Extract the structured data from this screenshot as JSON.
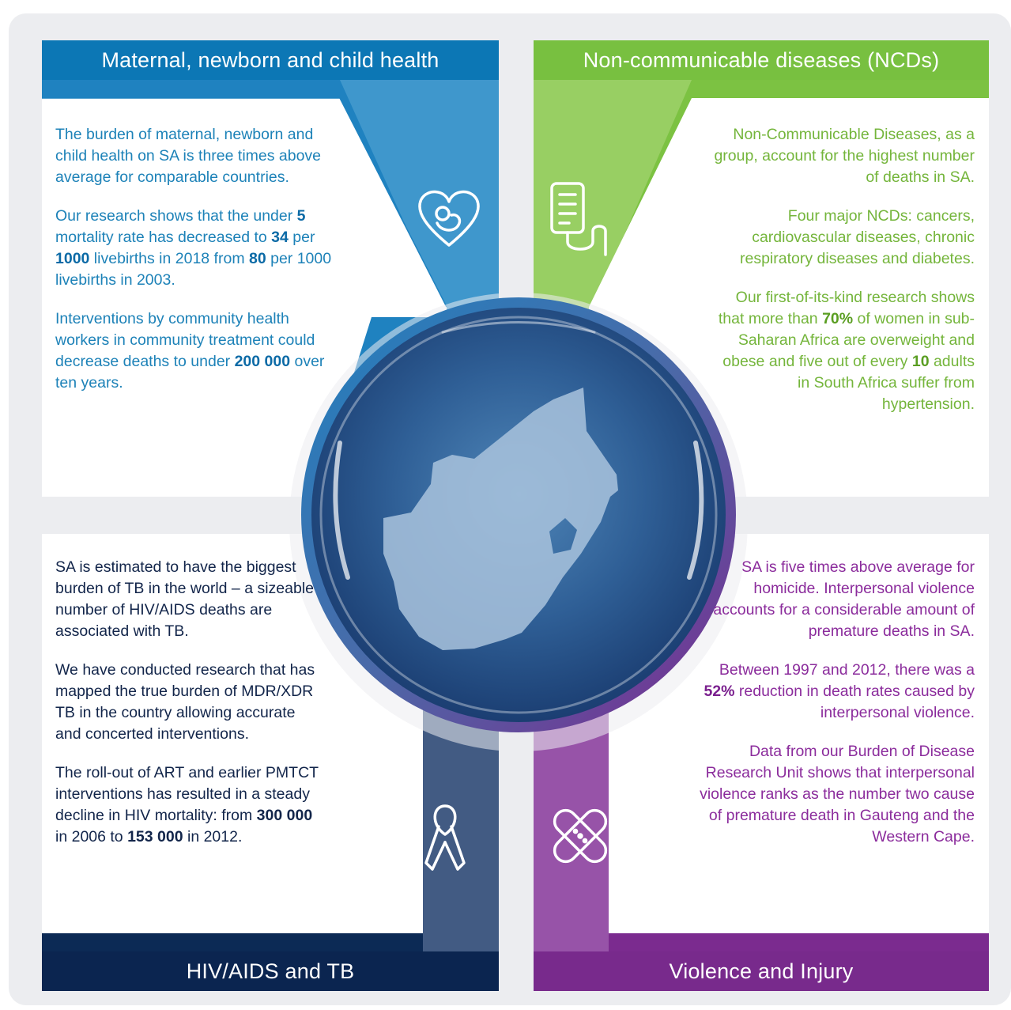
{
  "colors": {
    "maternal": "#1f82c0",
    "ncd": "#7cc242",
    "hiv": "#0c2a55",
    "violence": "#7b2b8f",
    "background": "#ecedf0"
  },
  "sections": {
    "maternal": {
      "title": "Maternal, newborn and child health",
      "icon": "heart-fetus-icon",
      "p1": "The burden of maternal, newborn and child health on SA is three times above average for comparable countries.",
      "p2": {
        "a": "Our research shows that the under ",
        "b1": "5",
        "c": " mortality rate has decreased to ",
        "b2": "34",
        "d": " per ",
        "b3": "1000",
        "e": " livebirths in 2018 from ",
        "b4": "80",
        "f": " per 1000 livebirths in 2003."
      },
      "p3": {
        "a": "Interventions by community health workers in community treatment could decrease deaths to under ",
        "b1": "200 000",
        "c": " over ten years."
      }
    },
    "ncd": {
      "title": "Non-communicable diseases (NCDs)",
      "icon": "iv-drip-icon",
      "p1": "Non-Communicable Diseases, as a group, account for the highest number of deaths in SA.",
      "p2": "Four major NCDs: cancers, cardiovascular diseases, chronic respiratory diseases and diabetes.",
      "p3": {
        "a": "Our first-of-its-kind research shows that more than ",
        "b1": "70%",
        "c": " of women in sub-Saharan Africa are overweight and obese and five out of every ",
        "b2": "10",
        "d": " adults in South Africa suffer from hypertension."
      }
    },
    "hiv": {
      "title": "HIV/AIDS and TB",
      "icon": "awareness-ribbon-icon",
      "p1": "SA is estimated to have the biggest burden of TB in the world – a sizeable number of HIV/AIDS deaths are associated with TB.",
      "p2": "We have conducted research that has mapped the true burden of MDR/XDR TB in the country allowing accurate and concerted interventions.",
      "p3": {
        "a": "The roll-out of ART and earlier PMTCT interventions has resulted in a steady decline in HIV mortality: from ",
        "b1": "300 000",
        "c": " in 2006 to ",
        "b2": "153 000",
        "d": " in 2012."
      }
    },
    "violence": {
      "title": "Violence and Injury",
      "icon": "bandage-icon",
      "p1": "SA is five times above average for homicide. Interpersonal violence accounts for a considerable amount of premature deaths in SA.",
      "p2": {
        "a": "Between 1997 and 2012, there was a ",
        "b1": "52%",
        "c": " reduction in death rates caused by interpersonal violence."
      },
      "p3": "Data from our Burden of Disease Research Unit shows that interpersonal violence ranks as the number two cause of premature death in Gauteng and the Western Cape."
    }
  },
  "center": {
    "icon": "south-africa-map-icon"
  }
}
